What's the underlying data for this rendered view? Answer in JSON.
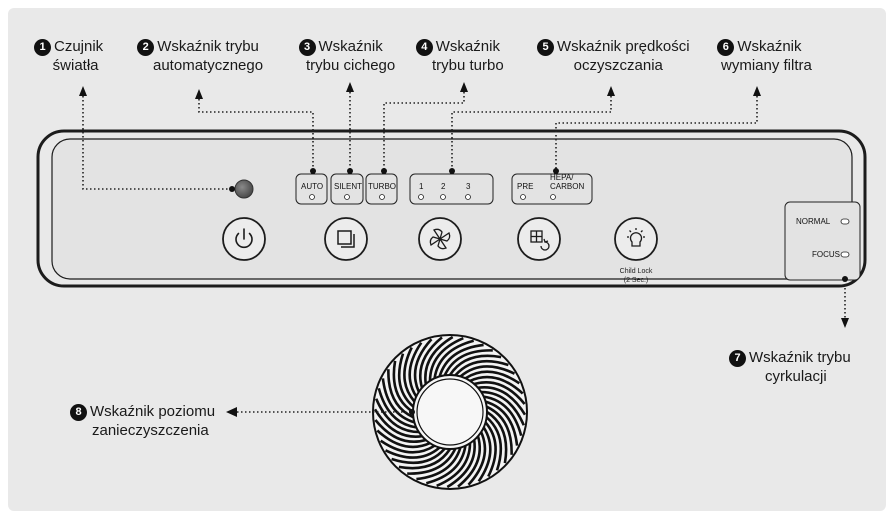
{
  "callouts": [
    {
      "num": "1",
      "line1": "Czujnik",
      "line2": "światła"
    },
    {
      "num": "2",
      "line1": "Wskaźnik trybu",
      "line2": "automatycznego"
    },
    {
      "num": "3",
      "line1": "Wskaźnik",
      "line2": "trybu cichego"
    },
    {
      "num": "4",
      "line1": "Wskaźnik",
      "line2": "trybu turbo"
    },
    {
      "num": "5",
      "line1": "Wskaźnik prędkości",
      "line2": "oczyszczania"
    },
    {
      "num": "6",
      "line1": "Wskaźnik",
      "line2": "wymiany filtra"
    },
    {
      "num": "7",
      "line1": "Wskaźnik trybu",
      "line2": "cyrkulacji"
    },
    {
      "num": "8",
      "line1": "Wskaźnik poziomu",
      "line2": "zanieczyszczenia"
    }
  ],
  "panel": {
    "auto": "AUTO",
    "silent": "SILENT",
    "turbo": "TURBO",
    "speed1": "1",
    "speed2": "2",
    "speed3": "3",
    "pre": "PRE",
    "hepa_line1": "HEPA/",
    "hepa_line2": "CARBON",
    "child_lock_line1": "Child Lock",
    "child_lock_line2": "(2 Sec.)",
    "normal": "NORMAL",
    "focus": "FOCUS"
  },
  "icons": [
    "power-icon",
    "silent-mode-icon",
    "fan-speed-icon",
    "filter-reset-icon",
    "light-child-lock-icon",
    "light-sensor-icon",
    "air-outlet-fan-icon"
  ]
}
